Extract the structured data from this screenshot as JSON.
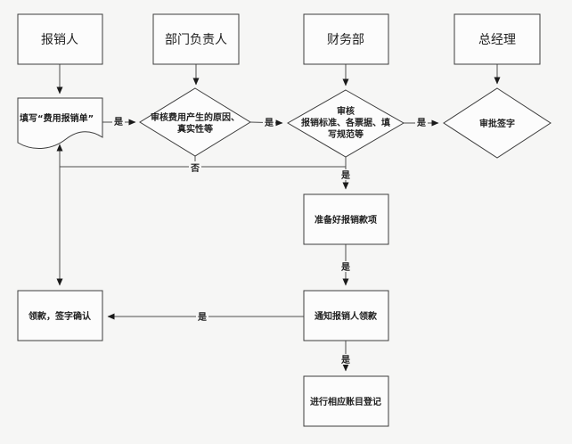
{
  "canvas": {
    "background": "#f6f6f5",
    "shape_fill": "#fcfcfc",
    "border_color": "#3d3d3d",
    "line_color": "#4d4d4d",
    "text_color": "#1f1f1f"
  },
  "lanes": {
    "applicant": "报销人",
    "dept_head": "部门负责人",
    "finance": "财务部",
    "general_manager": "总经理"
  },
  "nodes": {
    "fill_form": "填写“费用报销单”",
    "review_reason_line1": "审核费用产生的原因、",
    "review_reason_line2": "真实性等",
    "review_standard_line1": "审核",
    "review_standard_line2": "报销标准、各票据、填",
    "review_standard_line3": "写规范等",
    "approve_sign": "审批签字",
    "prepare_funds": "准备好报销款项",
    "notify_collect": "通知报销人领款",
    "register_accounts": "进行相应账目登记",
    "collect_sign": "领款，签字确认"
  },
  "edge_labels": {
    "yes": "是",
    "no": "否"
  }
}
